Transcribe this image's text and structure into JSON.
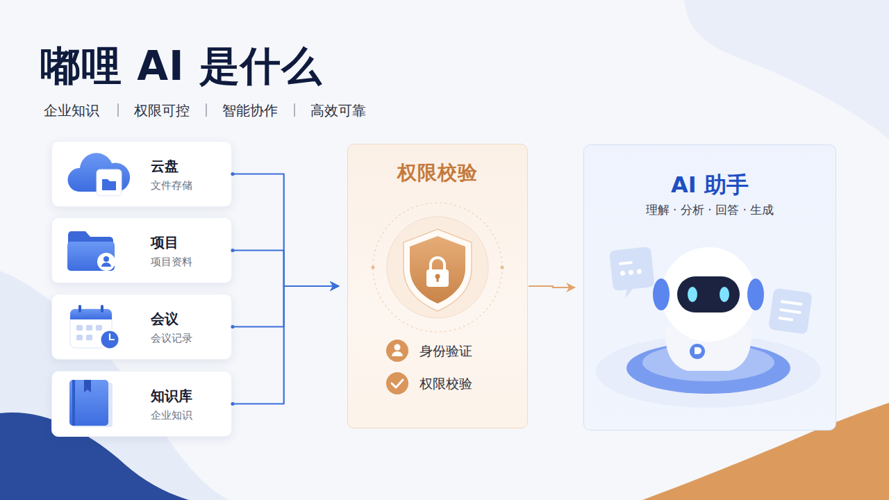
{
  "diagram": {
    "title": "嘟哩 AI 是什么",
    "nodes": [
      {
        "text": [
          "云盘",
          "文件存储"
        ]
      },
      {
        "text": [
          "项目",
          "项目资料"
        ]
      },
      {
        "text": [
          "会议",
          "会议记录"
        ]
      },
      {
        "text": [
          "知识库",
          "企业知识"
        ]
      },
      {
        "text": [
          "权限校验",
          "身份验证",
          "权限校验"
        ]
      },
      {
        "text": [
          "AI 助手",
          "理解 · 分析 · 回答 · 生成"
        ]
      }
    ],
    "edges": [
      {
        "from": 0,
        "to": 4,
        "arrow": "to"
      },
      {
        "from": 1,
        "to": 4,
        "arrow": "to"
      },
      {
        "from": 2,
        "to": 4,
        "arrow": "to"
      },
      {
        "from": 3,
        "to": 4,
        "arrow": "to"
      },
      {
        "from": 4,
        "to": 5,
        "arrow": "to"
      }
    ],
    "labels": [
      "企业知识",
      "权限可控",
      "智能协作",
      "高效可靠"
    ]
  }
}
